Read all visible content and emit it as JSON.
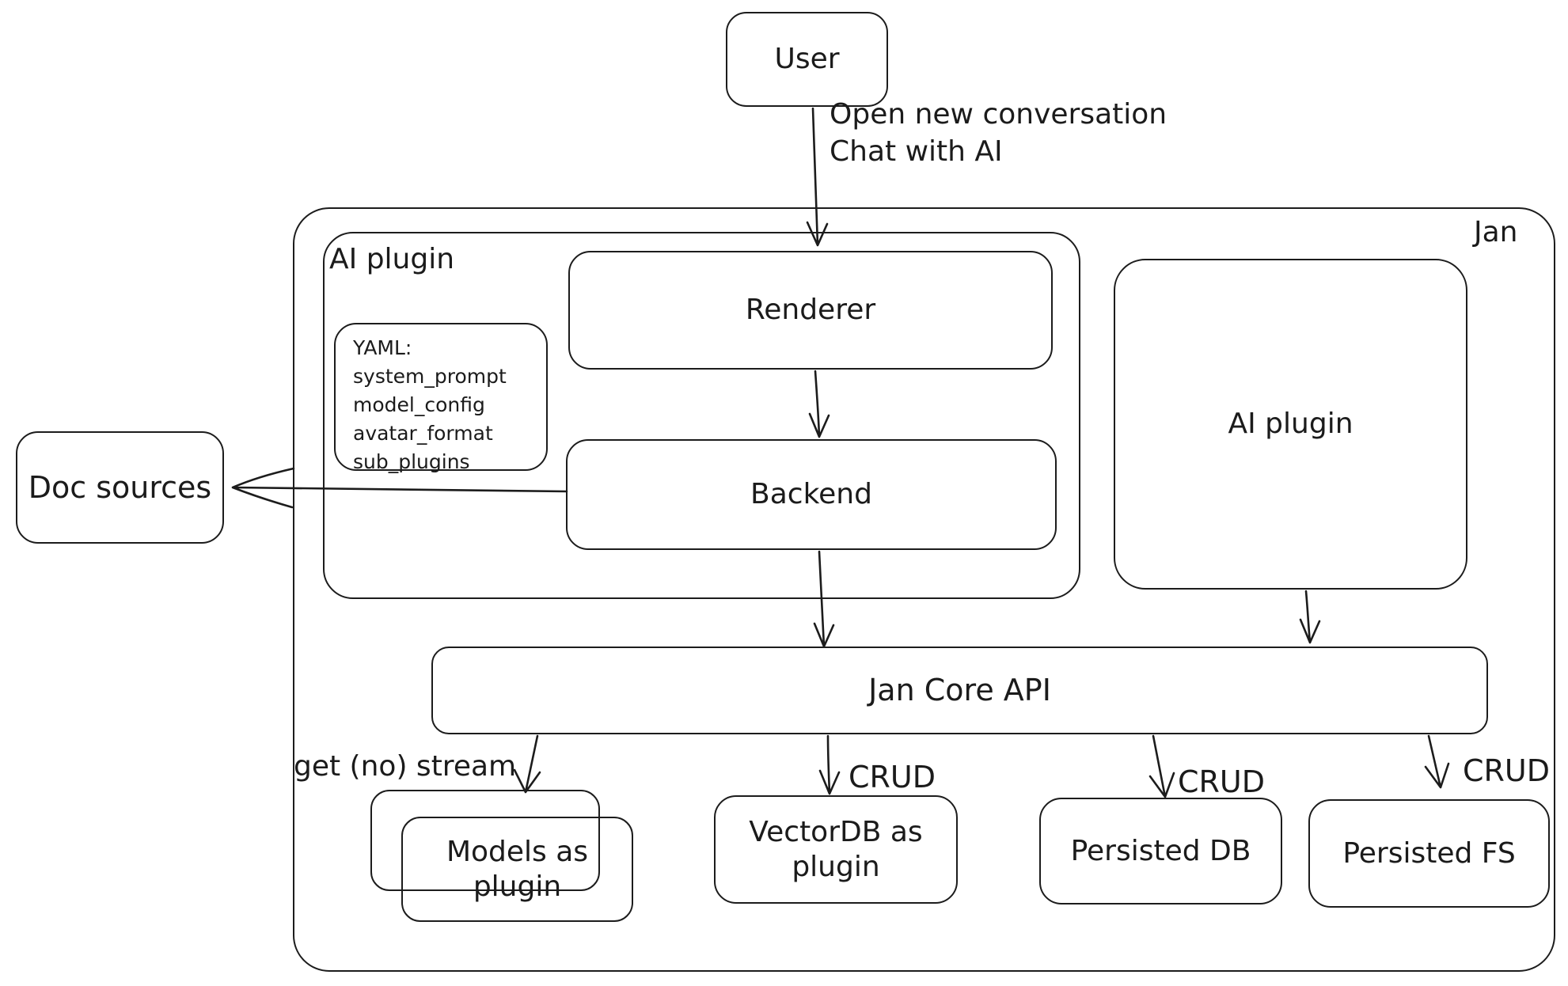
{
  "diagram": {
    "stroke_color": "#1c1c1c",
    "background_color": "#ffffff",
    "nodes": {
      "user": {
        "label": "User"
      },
      "jan": {
        "label": "Jan"
      },
      "ai_plugin_container": {
        "label": "AI plugin"
      },
      "yaml_note": {
        "lines": [
          "YAML:",
          "system_prompt",
          "model_config",
          "avatar_format",
          "sub_plugins"
        ]
      },
      "renderer": {
        "label": "Renderer"
      },
      "backend": {
        "label": "Backend"
      },
      "doc_sources": {
        "label": "Doc sources"
      },
      "ai_plugin_right": {
        "label": "AI plugin"
      },
      "jan_core_api": {
        "label": "Jan Core API"
      },
      "models": {
        "lines": [
          "Models as",
          "plugin"
        ]
      },
      "vectordb": {
        "lines": [
          "VectorDB as",
          "plugin"
        ]
      },
      "persisted_db": {
        "label": "Persisted DB"
      },
      "persisted_fs": {
        "label": "Persisted FS"
      }
    },
    "edges": {
      "user_to_renderer": {
        "lines": [
          "Open new conversation",
          "Chat with AI"
        ]
      },
      "api_to_models": {
        "label": "get (no) stream"
      },
      "api_to_vectordb": {
        "label": "CRUD"
      },
      "api_to_persisted_db": {
        "label": "CRUD"
      },
      "api_to_persisted_fs": {
        "label": "CRUD"
      }
    }
  }
}
